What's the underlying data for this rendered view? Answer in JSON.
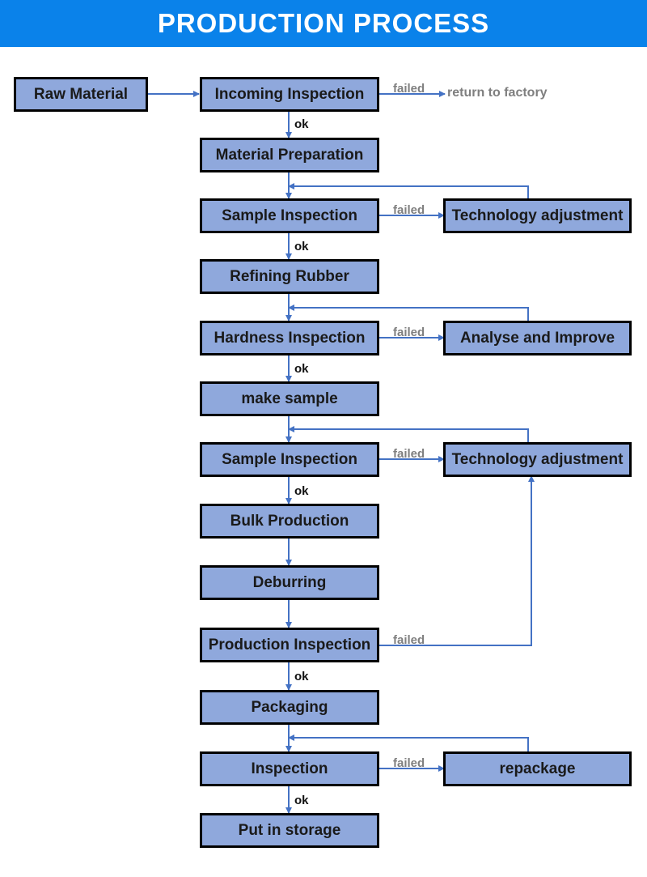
{
  "title": "PRODUCTION PROCESS",
  "colors": {
    "header": "#0a82ea",
    "box_fill": "#8fa8dc",
    "connector": "#4472c4",
    "failed_text": "#7f7f7f"
  },
  "nodes": {
    "raw_material": "Raw Material",
    "incoming_inspection": "Incoming Inspection",
    "material_preparation": "Material Preparation",
    "sample_inspection_1": "Sample Inspection",
    "technology_adjustment_1": "Technology adjustment",
    "refining_rubber": "Refining Rubber",
    "hardness_inspection": "Hardness Inspection",
    "analyse_and_improve": "Analyse and Improve",
    "make_sample": "make sample",
    "sample_inspection_2": "Sample Inspection",
    "technology_adjustment_2": "Technology adjustment",
    "bulk_production": "Bulk Production",
    "deburring": "Deburring",
    "production_inspection": "Production Inspection",
    "packaging": "Packaging",
    "inspection": "Inspection",
    "repackage": "repackage",
    "put_in_storage": "Put in storage",
    "return_to_factory": "return to factory"
  },
  "edge_labels": {
    "ok": "ok",
    "failed": "failed"
  }
}
